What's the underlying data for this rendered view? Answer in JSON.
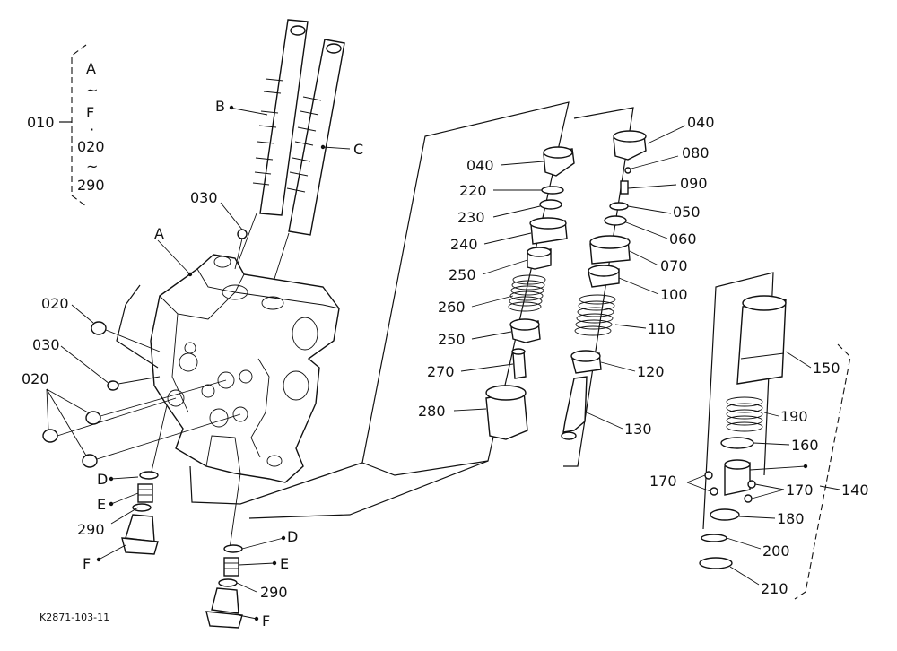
{
  "drawing_number": "K2871-103-11",
  "group": {
    "ref": "010",
    "range": [
      "A",
      "~",
      "F",
      "·",
      "020",
      "~",
      "290"
    ]
  },
  "labels": {
    "A": "A",
    "B": "B",
    "C": "C",
    "D": "D",
    "E": "E",
    "F": "F",
    "p020": "020",
    "p030": "030",
    "p040": "040",
    "p050": "050",
    "p060": "060",
    "p070": "070",
    "p080": "080",
    "p090": "090",
    "p100": "100",
    "p110": "110",
    "p120": "120",
    "p130": "130",
    "p140": "140",
    "p150": "150",
    "p160": "160",
    "p170": "170",
    "p180": "180",
    "p190": "190",
    "p200": "200",
    "p210": "210",
    "p220": "220",
    "p230": "230",
    "p240": "240",
    "p250": "250",
    "p260": "260",
    "p270": "270",
    "p280": "280",
    "p290": "290"
  }
}
